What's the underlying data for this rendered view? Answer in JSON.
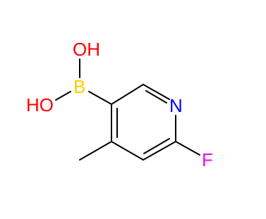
{
  "molecule": {
    "atoms": {
      "oh_top": {
        "label": "OH",
        "color": "#ff0000"
      },
      "oh_left": {
        "label": "HO",
        "color": "#ff0000"
      },
      "boron": {
        "label": "B",
        "color": "#ffcc00"
      },
      "nitrogen": {
        "label": "N",
        "color": "#0000ff"
      },
      "fluorine": {
        "label": "F",
        "color": "#ff00ff"
      }
    },
    "bond_color": "#000000"
  }
}
